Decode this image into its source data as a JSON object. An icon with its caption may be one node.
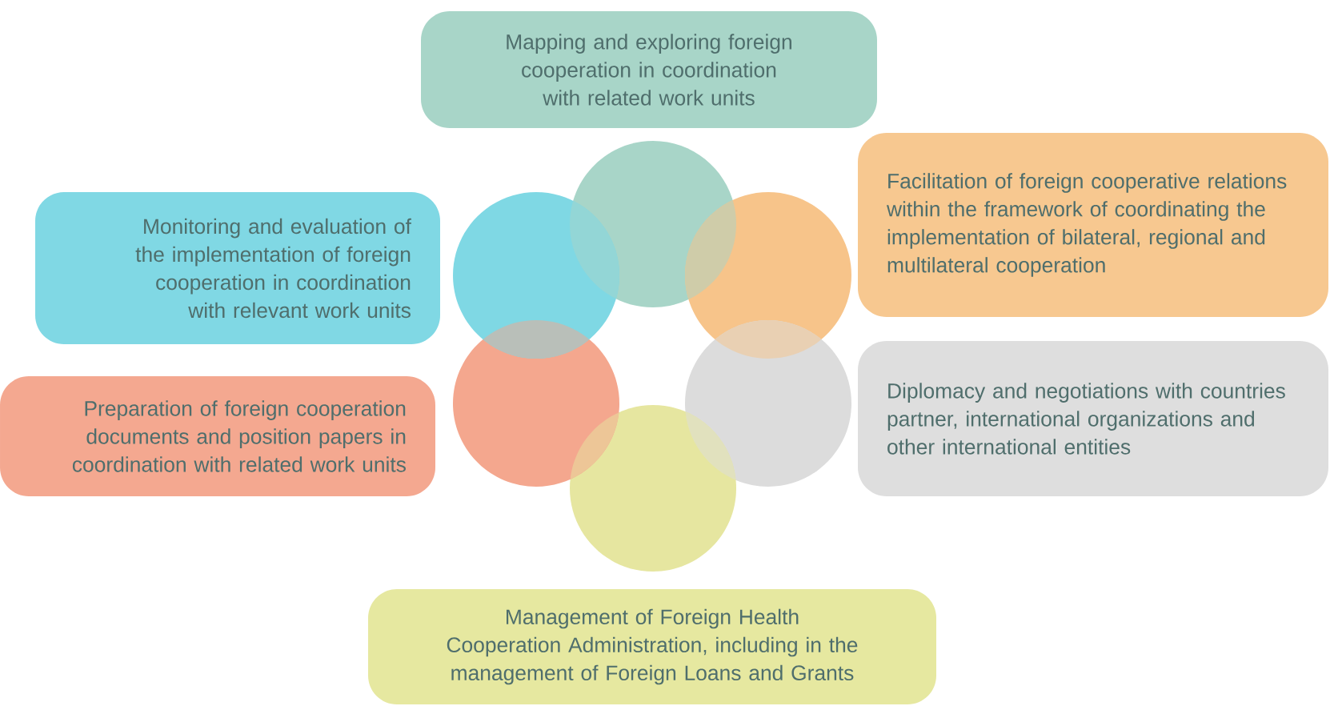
{
  "diagram": {
    "nodes": [
      {
        "text": [
          "Mapping and exploring foreign cooperation in coordination with related work units"
        ]
      },
      {
        "text": [
          "Facilitation of foreign cooperative relations within the framework of coordinating the implementation of bilateral, regional and multilateral cooperation"
        ]
      },
      {
        "text": [
          "Monitoring and evaluation of the implementation of foreign cooperation in coordination with relevant work units"
        ]
      },
      {
        "text": [
          "Diplomacy and negotiations with countries partner, international organizations and other international entities"
        ]
      },
      {
        "text": [
          "Preparation of foreign cooperation documents and position papers in coordination with related work units"
        ]
      },
      {
        "text": [
          "Management of Foreign Health Cooperation Administration, including in the management of Foreign Loans and Grants"
        ]
      }
    ]
  }
}
